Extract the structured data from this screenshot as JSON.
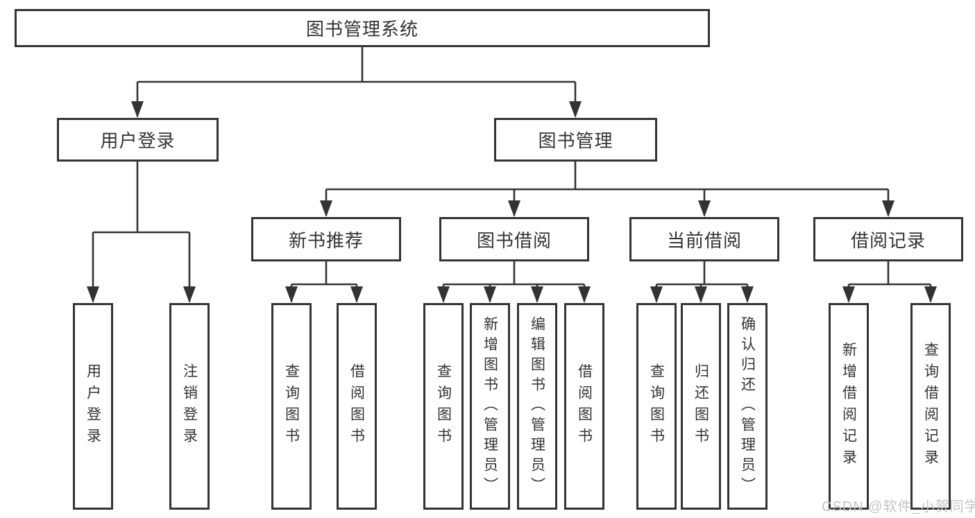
{
  "diagram": {
    "title": "图书管理系统",
    "root": {
      "label": "图书管理系统"
    },
    "level2": [
      {
        "label": "用户登录"
      },
      {
        "label": "图书管理"
      }
    ],
    "level3": [
      {
        "label": "新书推荐"
      },
      {
        "label": "图书借阅"
      },
      {
        "label": "当前借阅"
      },
      {
        "label": "借阅记录"
      }
    ],
    "leaves": [
      {
        "label": "用户登录",
        "parent": "用户登录"
      },
      {
        "label": "注销登录",
        "parent": "用户登录"
      },
      {
        "label": "查询图书",
        "parent": "新书推荐"
      },
      {
        "label": "借阅图书",
        "parent": "新书推荐"
      },
      {
        "label": "查询图书",
        "parent": "图书借阅"
      },
      {
        "label": "新增图书（管理员）",
        "parent": "图书借阅"
      },
      {
        "label": "编辑图书（管理员）",
        "parent": "图书借阅"
      },
      {
        "label": "借阅图书",
        "parent": "图书借阅"
      },
      {
        "label": "查询图书",
        "parent": "当前借阅"
      },
      {
        "label": "归还图书",
        "parent": "当前借阅"
      },
      {
        "label": "确认归还（管理员）",
        "parent": "当前借阅"
      },
      {
        "label": "新增借阅记录",
        "parent": "借阅记录"
      },
      {
        "label": "查询借阅记录",
        "parent": "借阅记录"
      }
    ]
  },
  "watermark": {
    "text": "CSDN @软件_小贺同学"
  },
  "colors": {
    "line": "#333333",
    "box_fill": "#ffffff",
    "text": "#333333",
    "watermark": "#c5c5c5",
    "bg": "#ffffff"
  }
}
